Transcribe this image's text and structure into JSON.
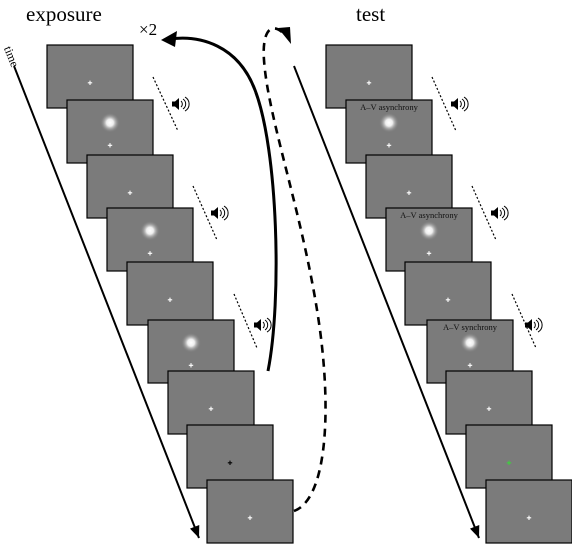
{
  "titles": {
    "exposure": "exposure",
    "test": "test"
  },
  "time_label": "time",
  "repeat_label": "×2",
  "colors": {
    "screen_fill": "#7b7b7b",
    "screen_border": "#000000",
    "fixation": "#ffffff",
    "fixation_black": "#000000",
    "fixation_green": "#3cd23c",
    "flash": "#ffffff",
    "arrow": "#000000"
  },
  "exposure_frames": [
    {
      "content": "fixation"
    },
    {
      "content": "flash"
    },
    {
      "content": "fixation"
    },
    {
      "content": "flash"
    },
    {
      "content": "fixation"
    },
    {
      "content": "flash"
    },
    {
      "content": "fixation"
    },
    {
      "content": "fixation-black"
    },
    {
      "content": "fixation"
    }
  ],
  "test_frames": [
    {
      "content": "fixation"
    },
    {
      "content": "flash",
      "label": "A–V asynchrony"
    },
    {
      "content": "fixation"
    },
    {
      "content": "flash",
      "label": "A–V asynchrony"
    },
    {
      "content": "fixation"
    },
    {
      "content": "flash",
      "label": "A–V synchrony"
    },
    {
      "content": "fixation"
    },
    {
      "content": "fixation-green"
    },
    {
      "content": "fixation"
    }
  ],
  "icons": {
    "speaker": "speaker-icon"
  }
}
